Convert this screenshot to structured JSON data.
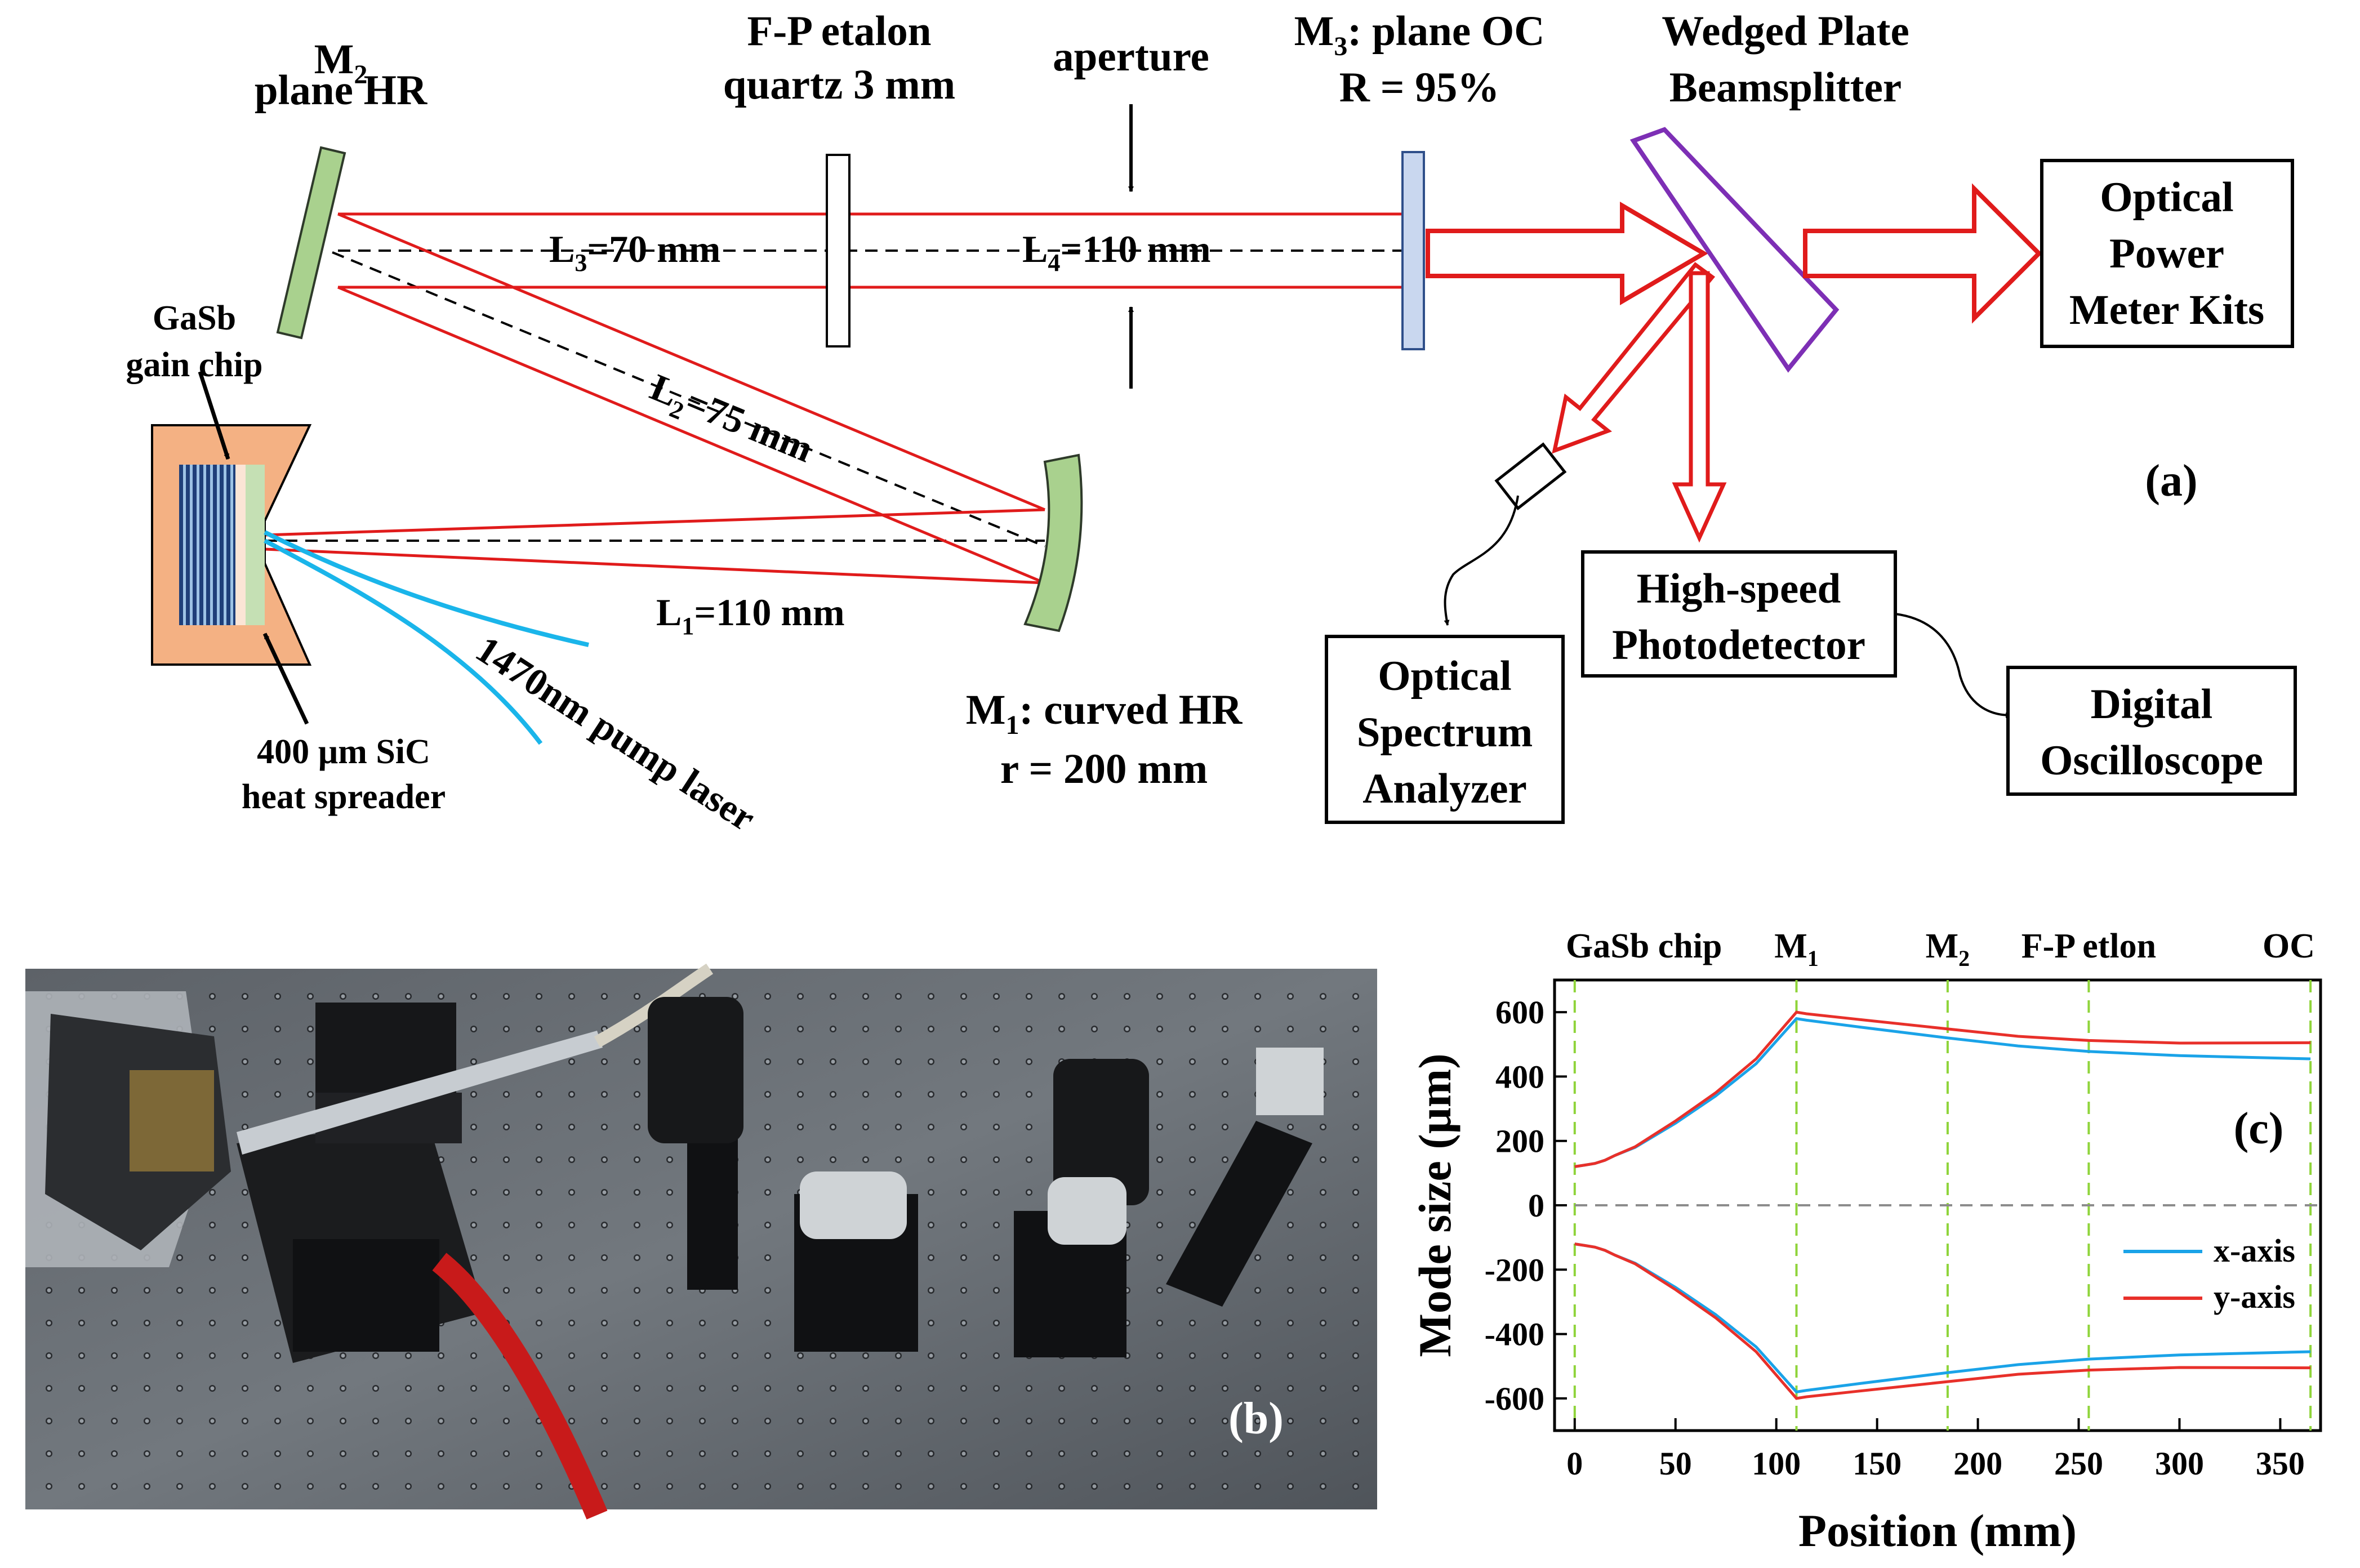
{
  "panel_a": {
    "label": "(a)",
    "m2": {
      "letter": "M",
      "sub": "2",
      "desc": "plane HR"
    },
    "etalon": {
      "line1": "F-P etalon",
      "line2": "quartz 3 mm"
    },
    "aperture": "aperture",
    "m3": {
      "letter": "M",
      "sub": "3",
      "rest": ": plane OC",
      "line2": "R = 95%"
    },
    "beamsplitter": {
      "line1": "Wedged Plate",
      "line2": "Beamsplitter"
    },
    "power_meter": {
      "line1": "Optical",
      "line2": "Power",
      "line3": "Meter Kits"
    },
    "gasb": {
      "line1": "GaSb",
      "line2": "gain chip"
    },
    "sic": {
      "line1": "400 µm SiC",
      "line2": "heat spreader"
    },
    "pump": "1470nm pump laser",
    "m1": {
      "letter": "M",
      "sub": "1",
      "rest": ": curved HR",
      "line2": "r = 200 mm"
    },
    "l1": {
      "letter": "L",
      "sub": "1",
      "rest": "=110 mm"
    },
    "l2": {
      "letter": "L",
      "sub": "2",
      "rest": "=75 mm"
    },
    "l3": {
      "letter": "L",
      "sub": "3",
      "rest": "=70 mm"
    },
    "l4": {
      "letter": "L",
      "sub": "4",
      "rest": "=110 mm"
    },
    "osa": {
      "line1": "Optical",
      "line2": "Spectrum",
      "line3": "Analyzer"
    },
    "photodetector": {
      "line1": "High-speed",
      "line2": "Photodetector"
    },
    "oscilloscope": {
      "line1": "Digital",
      "line2": "Oscilloscope"
    }
  },
  "panel_b": {
    "label": "(b)"
  },
  "chart_data": {
    "type": "line",
    "panel_label": "(c)",
    "xlabel": "Position (mm)",
    "ylabel": "Mode size (µm)",
    "xlim": [
      -10,
      370
    ],
    "ylim": [
      -700,
      700
    ],
    "xticks": [
      0,
      50,
      100,
      150,
      200,
      250,
      300,
      350
    ],
    "yticks": [
      -600,
      -400,
      -200,
      0,
      200,
      400,
      600
    ],
    "vlines": [
      0,
      110,
      185,
      255,
      365
    ],
    "top_labels": [
      {
        "text": "GaSb chip",
        "x": 0
      },
      {
        "letter": "M",
        "sub": "1",
        "x": 110
      },
      {
        "letter": "M",
        "sub": "2",
        "x": 185
      },
      {
        "text": "F-P etlon",
        "x": 255
      },
      {
        "text": "OC",
        "x": 365
      }
    ],
    "grid": false,
    "legend_position": "lower-right",
    "series": [
      {
        "name": "x-axis",
        "color": "#1aa3e8",
        "x": [
          0,
          5,
          10,
          15,
          20,
          30,
          50,
          70,
          90,
          110,
          115,
          140,
          185,
          220,
          255,
          300,
          365
        ],
        "y": [
          120,
          125,
          130,
          140,
          155,
          180,
          255,
          340,
          440,
          580,
          575,
          555,
          520,
          495,
          478,
          465,
          455
        ]
      },
      {
        "name": "y-axis",
        "color": "#e8302a",
        "x": [
          0,
          5,
          10,
          15,
          20,
          30,
          50,
          70,
          90,
          110,
          115,
          140,
          185,
          220,
          255,
          300,
          365
        ],
        "y": [
          120,
          125,
          130,
          140,
          155,
          182,
          262,
          350,
          455,
          600,
          595,
          578,
          548,
          525,
          512,
          504,
          505
        ]
      }
    ],
    "series_mirror": [
      {
        "name": "x-axis",
        "color": "#1aa3e8",
        "x": [
          0,
          5,
          10,
          15,
          20,
          30,
          50,
          70,
          90,
          110,
          115,
          140,
          185,
          220,
          255,
          300,
          365
        ],
        "y": [
          -120,
          -125,
          -130,
          -140,
          -155,
          -180,
          -255,
          -340,
          -440,
          -580,
          -575,
          -555,
          -520,
          -495,
          -478,
          -465,
          -455
        ]
      },
      {
        "name": "y-axis",
        "color": "#e8302a",
        "x": [
          0,
          5,
          10,
          15,
          20,
          30,
          50,
          70,
          90,
          110,
          115,
          140,
          185,
          220,
          255,
          300,
          365
        ],
        "y": [
          -120,
          -125,
          -130,
          -140,
          -155,
          -182,
          -262,
          -350,
          -455,
          -600,
          -595,
          -578,
          -548,
          -525,
          -512,
          -504,
          -505
        ]
      }
    ]
  }
}
